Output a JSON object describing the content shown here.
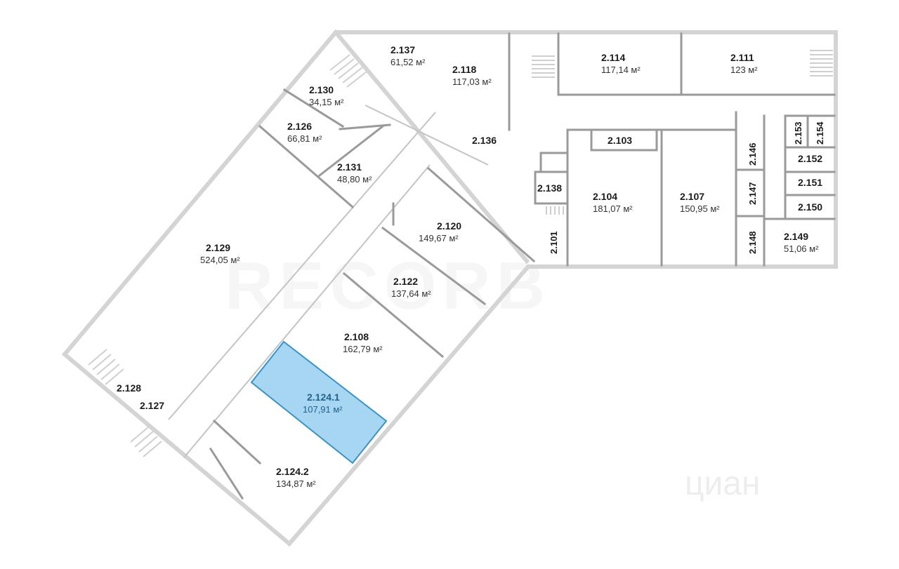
{
  "watermark": {
    "brand": "RECORB",
    "site": "циан"
  },
  "rooms": [
    {
      "id": "2.137",
      "area": "61,52 м²"
    },
    {
      "id": "2.118",
      "area": "117,03 м²"
    },
    {
      "id": "2.114",
      "area": "117,14 м²"
    },
    {
      "id": "2.111",
      "area": "123 м²"
    },
    {
      "id": "2.130",
      "area": "34,15 м²"
    },
    {
      "id": "2.126",
      "area": "66,81 м²"
    },
    {
      "id": "2.131",
      "area": "48,80 м²"
    },
    {
      "id": "2.136",
      "area": ""
    },
    {
      "id": "2.103",
      "area": ""
    },
    {
      "id": "2.138",
      "area": ""
    },
    {
      "id": "2.104",
      "area": "181,07 м²"
    },
    {
      "id": "2.107",
      "area": "150,95 м²"
    },
    {
      "id": "2.101",
      "area": ""
    },
    {
      "id": "2.120",
      "area": "149,67 м²"
    },
    {
      "id": "2.129",
      "area": "524,05 м²"
    },
    {
      "id": "2.122",
      "area": "137,64 м²"
    },
    {
      "id": "2.108",
      "area": "162,79 м²"
    },
    {
      "id": "2.124.1",
      "area": "107,91 м²",
      "selected": true
    },
    {
      "id": "2.128",
      "area": ""
    },
    {
      "id": "2.127",
      "area": ""
    },
    {
      "id": "2.124.2",
      "area": "134,87 м²"
    },
    {
      "id": "2.146",
      "area": ""
    },
    {
      "id": "2.147",
      "area": ""
    },
    {
      "id": "2.148",
      "area": ""
    },
    {
      "id": "2.153",
      "area": ""
    },
    {
      "id": "2.154",
      "area": ""
    },
    {
      "id": "2.152",
      "area": ""
    },
    {
      "id": "2.151",
      "area": ""
    },
    {
      "id": "2.150",
      "area": ""
    },
    {
      "id": "2.149",
      "area": "51,06 м²"
    }
  ],
  "colors": {
    "selected_fill": "#a7d6f2",
    "selected_stroke": "#3a92c6",
    "wall": "#d4d4d4",
    "inner_wall": "#9a9a9a"
  }
}
